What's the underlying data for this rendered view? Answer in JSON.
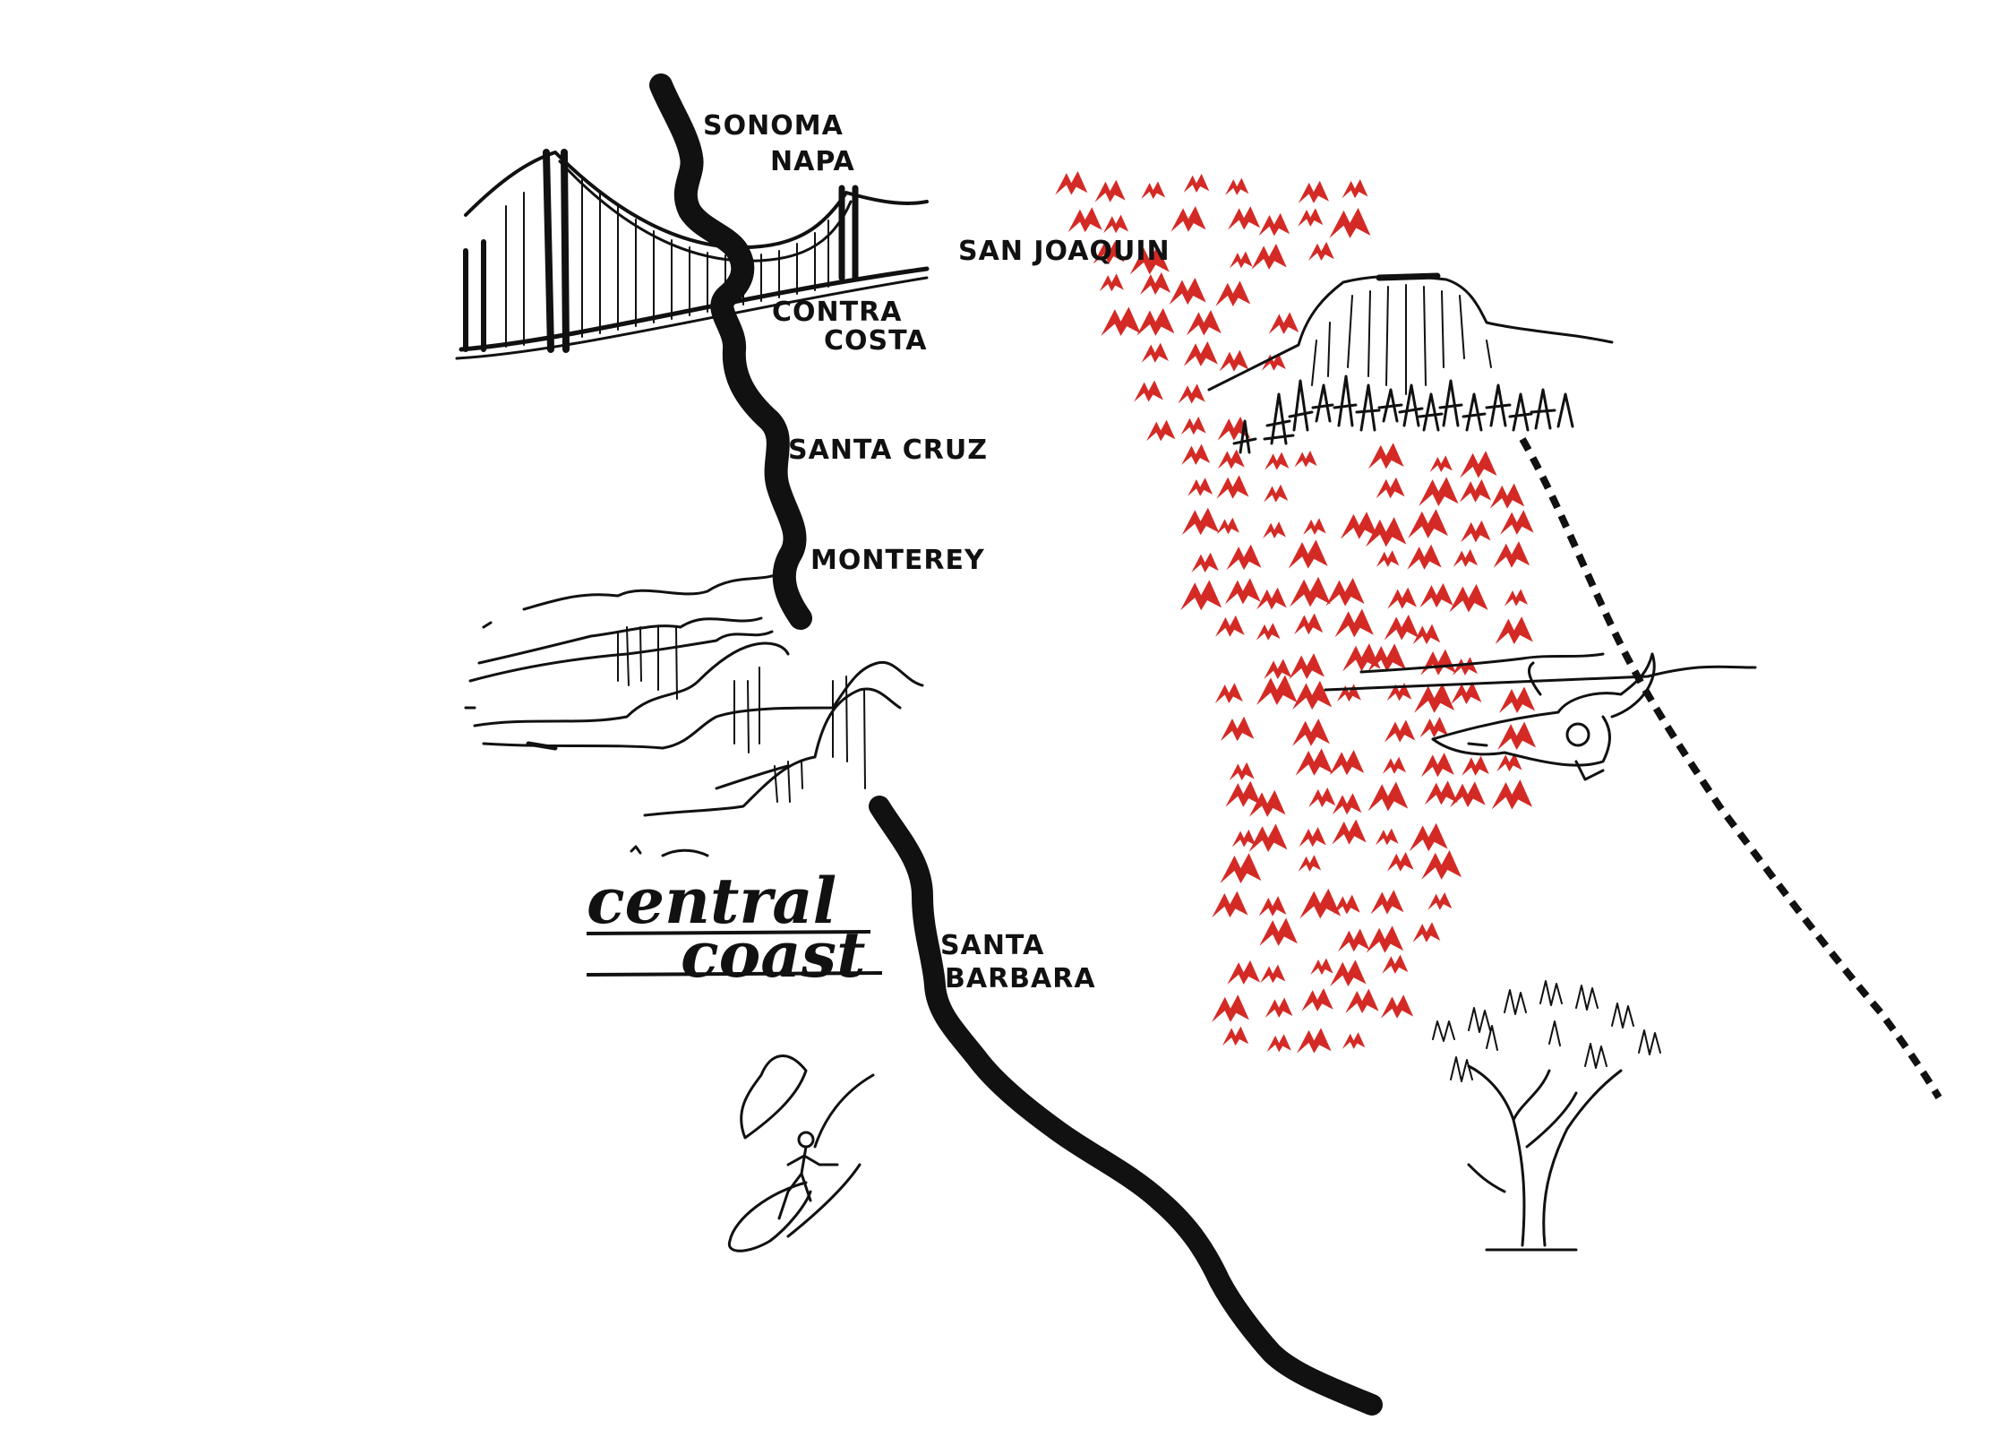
{
  "map": {
    "region_title_line1": "central",
    "region_title_line2": "coast",
    "labels": {
      "sonoma": "SONOMA",
      "napa": "NAPA",
      "contra_costa_1": "CONTRA",
      "contra_costa_2": "COSTA",
      "santa_cruz": "SANTA CRUZ",
      "monterey": "MONTEREY",
      "santa_barbara_1": "SANTA",
      "santa_barbara_2": "BARBARA",
      "san_joaquin": "SAN JOAQUIN"
    },
    "colors": {
      "ink": "#111111",
      "mountains": "#d42a25",
      "background": "#ffffff"
    },
    "icons": [
      "bridge-icon",
      "cliffs-icon",
      "surfer-icon",
      "mountains-icon",
      "half-dome-icon",
      "pine-trees-icon",
      "cow-skull-icon",
      "oak-tree-icon",
      "railroad-icon"
    ]
  }
}
